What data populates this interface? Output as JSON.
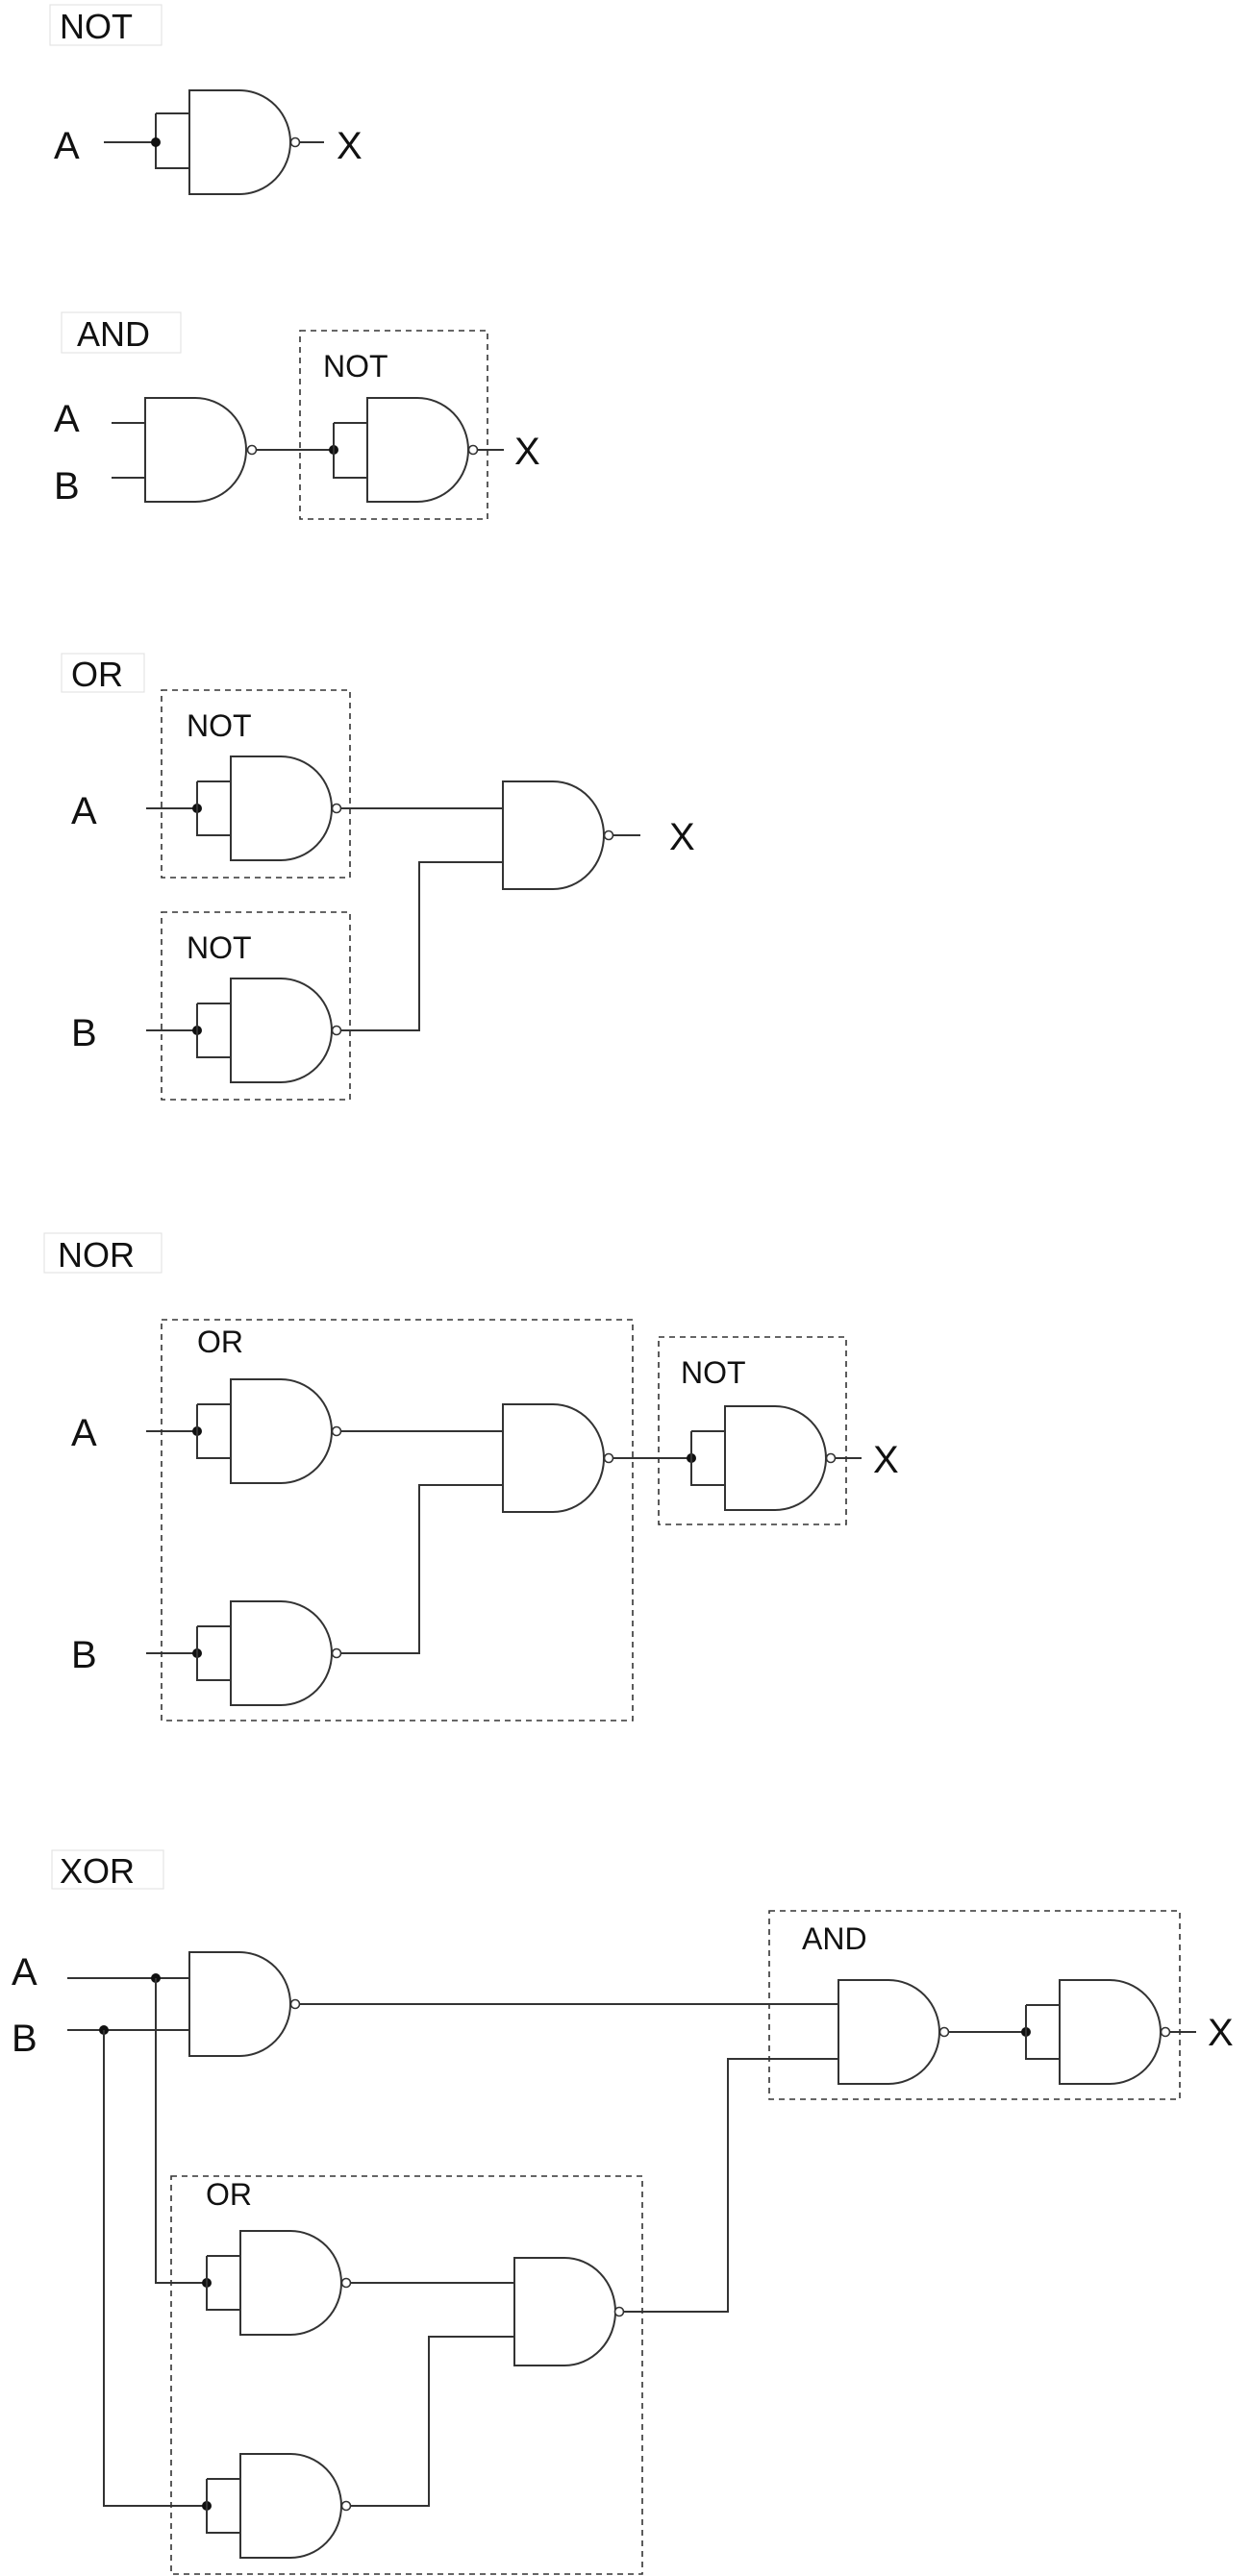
{
  "diagram": {
    "sections": {
      "not": {
        "title": "NOT",
        "input_a": "A",
        "output": "X"
      },
      "and": {
        "title": "AND",
        "input_a": "A",
        "input_b": "B",
        "output": "X",
        "box_not": "NOT"
      },
      "or": {
        "title": "OR",
        "input_a": "A",
        "input_b": "B",
        "output": "X",
        "box_not_top": "NOT",
        "box_not_bottom": "NOT"
      },
      "nor": {
        "title": "NOR",
        "input_a": "A",
        "input_b": "B",
        "output": "X",
        "box_or": "OR",
        "box_not": "NOT"
      },
      "xor": {
        "title": "XOR",
        "input_a": "A",
        "input_b": "B",
        "output": "X",
        "box_and": "AND",
        "box_or": "OR"
      }
    },
    "colors": {
      "line": "#333333",
      "dot": "#111111",
      "background": "#ffffff"
    }
  }
}
